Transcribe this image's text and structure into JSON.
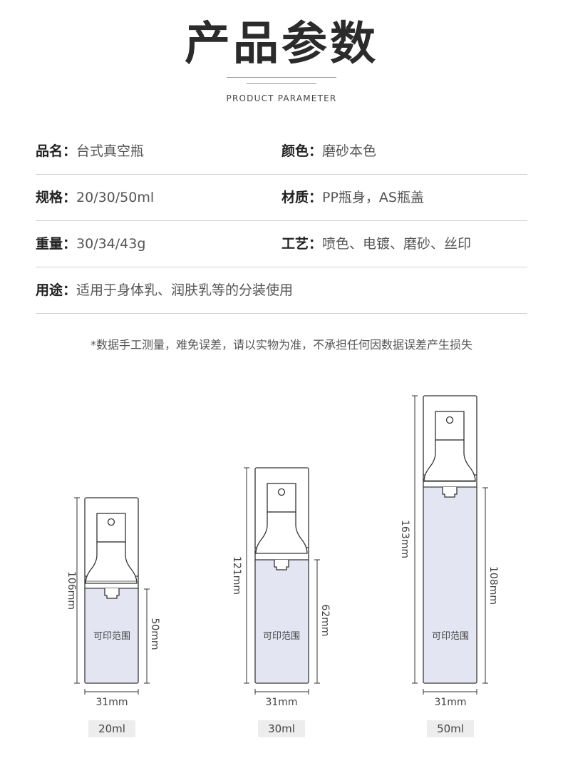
{
  "header": {
    "title": "产品参数",
    "subtitle": "PRODUCT PARAMETER"
  },
  "params": {
    "name": {
      "key": "品名：",
      "value": "台式真空瓶"
    },
    "color": {
      "key": "颜色：",
      "value": "磨砂本色"
    },
    "spec": {
      "key": "规格：",
      "value": "20/30/50ml"
    },
    "material": {
      "key": "材质：",
      "value": "PP瓶身，AS瓶盖"
    },
    "weight": {
      "key": "重量：",
      "value": "30/34/43g"
    },
    "craft": {
      "key": "工艺：",
      "value": "喷色、电镀、磨砂、丝印"
    },
    "usage": {
      "key": "用途：",
      "value": "适用于身体乳、润肤乳等的分装使用"
    }
  },
  "note": "*数据手工测量，难免误差，请以实物为准，不承担任何因数据误差产生损失",
  "bottles": [
    {
      "capacity": "20ml",
      "height": "106mm",
      "print_height": "50mm",
      "width": "31mm",
      "print_label": "可印范围"
    },
    {
      "capacity": "30ml",
      "height": "121mm",
      "print_height": "62mm",
      "width": "31mm",
      "print_label": "可印范围"
    },
    {
      "capacity": "50ml",
      "height": "163mm",
      "print_height": "108mm",
      "width": "31mm",
      "print_label": "可印范围"
    }
  ],
  "colors": {
    "print_area": "#e3e5f2",
    "outline": "#333333",
    "divider": "#cfcfcf"
  }
}
